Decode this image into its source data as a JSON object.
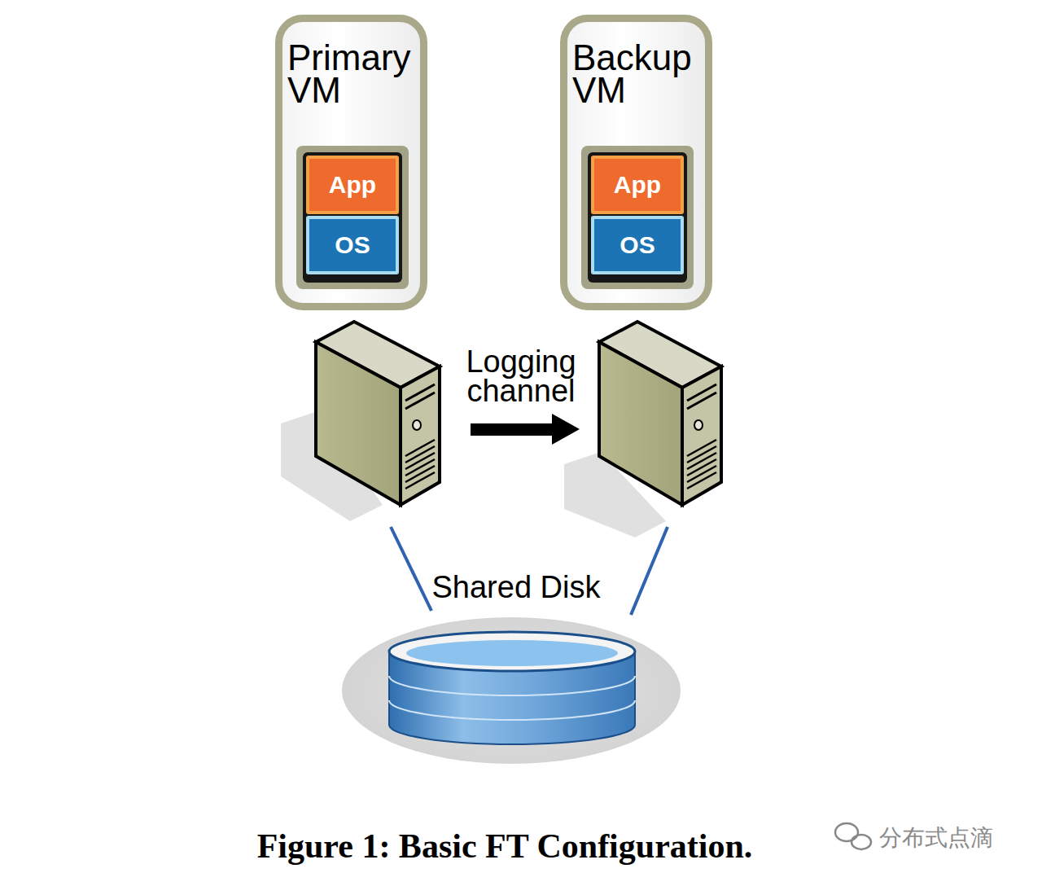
{
  "diagram": {
    "caption": "Figure 1: Basic FT Configuration.",
    "nodes": [
      {
        "text": [
          "Primary VM"
        ]
      },
      {
        "text": [
          "App"
        ],
        "in": 0
      },
      {
        "text": [
          "OS"
        ],
        "in": 0
      },
      {
        "text": [
          "Backup VM"
        ]
      },
      {
        "text": [
          "App"
        ],
        "in": 3
      },
      {
        "text": [
          "OS"
        ],
        "in": 3
      },
      {
        "text": [
          "Shared Disk"
        ]
      }
    ],
    "labels": [
      "Logging channel",
      "分布式点滴"
    ]
  }
}
